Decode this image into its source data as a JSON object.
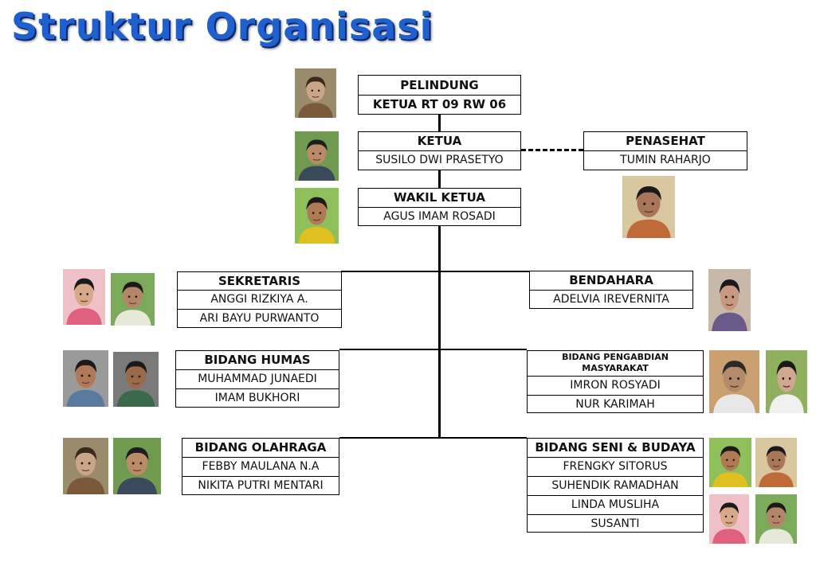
{
  "title": "Struktur Organisasi",
  "positions": {
    "pelindung": {
      "role": "PELINDUNG",
      "members": [
        "KETUA RT 09 RW 06"
      ]
    },
    "ketua": {
      "role": "KETUA",
      "members": [
        "SUSILO DWI PRASETYO"
      ]
    },
    "penasehat": {
      "role": "PENASEHAT",
      "members": [
        "TUMIN RAHARJO"
      ]
    },
    "wakil_ketua": {
      "role": "WAKIL KETUA",
      "members": [
        "AGUS IMAM ROSADI"
      ]
    },
    "sekretaris": {
      "role": "SEKRETARIS",
      "members": [
        "ANGGI RIZKIYA A.",
        "ARI BAYU PURWANTO"
      ]
    },
    "bendahara": {
      "role": "BENDAHARA",
      "members": [
        "ADELVIA IREVERNITA"
      ]
    },
    "humas": {
      "role": "BIDANG HUMAS",
      "members": [
        "MUHAMMAD JUNAEDI",
        "IMAM BUKHORI"
      ]
    },
    "pengabdian": {
      "role": "BIDANG PENGABDIAN MASYARAKAT",
      "members": [
        "IMRON ROSYADI",
        "NUR KARIMAH"
      ]
    },
    "olahraga": {
      "role": "BIDANG OLAHRAGA",
      "members": [
        "FEBBY MAULANA N.A",
        "NIKITA PUTRI MENTARI"
      ]
    },
    "seni": {
      "role": "BIDANG SENI & BUDAYA",
      "members": [
        "FRENGKY SITORUS",
        "SUHENDIK RAMADHAN",
        "LINDA MUSLIHA",
        "SUSANTI"
      ]
    }
  },
  "colors": {
    "title": "#1f5fd0",
    "title_shadow": "#0a2a70",
    "line": "#000000"
  },
  "photos": {
    "icon": "person-photo"
  }
}
